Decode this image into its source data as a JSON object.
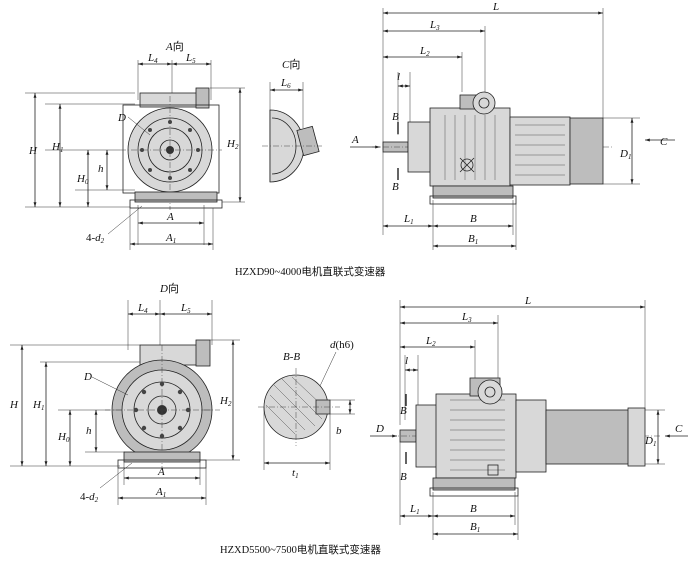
{
  "top_assembly": {
    "caption": "HZXD90~4000电机直联式变速器",
    "front_view": {
      "view_title_letter": "A",
      "view_title_suffix": "向",
      "labels": {
        "L4": "L",
        "L4_sub": "4",
        "L5": "L",
        "L5_sub": "5",
        "D": "D",
        "H": "H",
        "H1": "H",
        "H1_sub": "1",
        "H0": "H",
        "H0_sub": "0",
        "h": "h",
        "H2": "H",
        "H2_sub": "2",
        "A": "A",
        "A1": "A",
        "A1_sub": "1",
        "d2_prefix": "4-",
        "d2": "d",
        "d2_sub": "2"
      }
    },
    "c_view": {
      "view_title_letter": "C",
      "view_title_suffix": "向",
      "L6": "L",
      "L6_sub": "6"
    },
    "side_view": {
      "L": "L",
      "L3": "L",
      "L3_sub": "3",
      "L2": "L",
      "L2_sub": "2",
      "l": "l",
      "B_top": "B",
      "B_bottom": "B",
      "A": "A",
      "C": "C",
      "D1": "D",
      "D1_sub": "1",
      "L1": "L",
      "L1_sub": "1",
      "B": "B",
      "B1": "B",
      "B1_sub": "1"
    }
  },
  "bottom_assembly": {
    "caption": "HZXD5500~7500电机直联式变速器",
    "front_view": {
      "view_title_letter": "D",
      "view_title_suffix": "向",
      "labels": {
        "L4": "L",
        "L4_sub": "4",
        "L5": "L",
        "L5_sub": "5",
        "D": "D",
        "H": "H",
        "H1": "H",
        "H1_sub": "1",
        "H0": "H",
        "H0_sub": "0",
        "h": "h",
        "H2": "H",
        "H2_sub": "2",
        "A": "A",
        "A1": "A",
        "A1_sub": "1",
        "d2_prefix": "4-",
        "d2": "d",
        "d2_sub": "2"
      }
    },
    "section_bb": {
      "title": "B-B",
      "d_label": "d",
      "d_tol": "(h6)",
      "b": "b",
      "t1": "t",
      "t1_sub": "1"
    },
    "side_view": {
      "L": "L",
      "L3": "L",
      "L3_sub": "3",
      "L2": "L",
      "L2_sub": "2",
      "l": "l",
      "B_top": "B",
      "B_bottom": "B",
      "D": "D",
      "C": "C",
      "D1": "D",
      "D1_sub": "1",
      "L1": "L",
      "L1_sub": "1",
      "B": "B",
      "B1": "B",
      "B1_sub": "1"
    }
  }
}
